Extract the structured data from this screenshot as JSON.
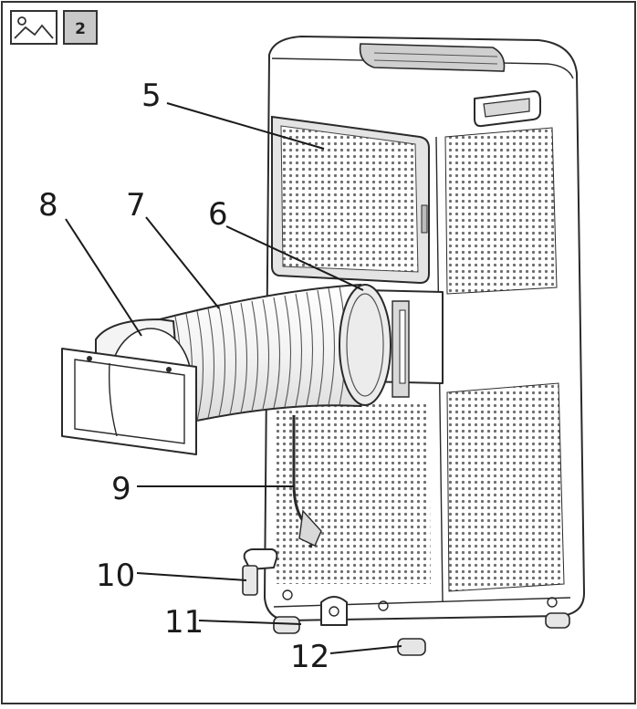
{
  "header": {
    "figure_number": "2",
    "image_icon": "image-icon"
  },
  "callouts": [
    {
      "id": "5",
      "text": "5"
    },
    {
      "id": "6",
      "text": "6"
    },
    {
      "id": "7",
      "text": "7"
    },
    {
      "id": "8",
      "text": "8"
    },
    {
      "id": "9",
      "text": "9"
    },
    {
      "id": "10",
      "text": "10"
    },
    {
      "id": "11",
      "text": "11"
    },
    {
      "id": "12",
      "text": "12"
    }
  ],
  "colors": {
    "outline": "#2a2a2a",
    "panel_gray": "#d9d9d9",
    "badge_bg": "#c8c8c8"
  }
}
